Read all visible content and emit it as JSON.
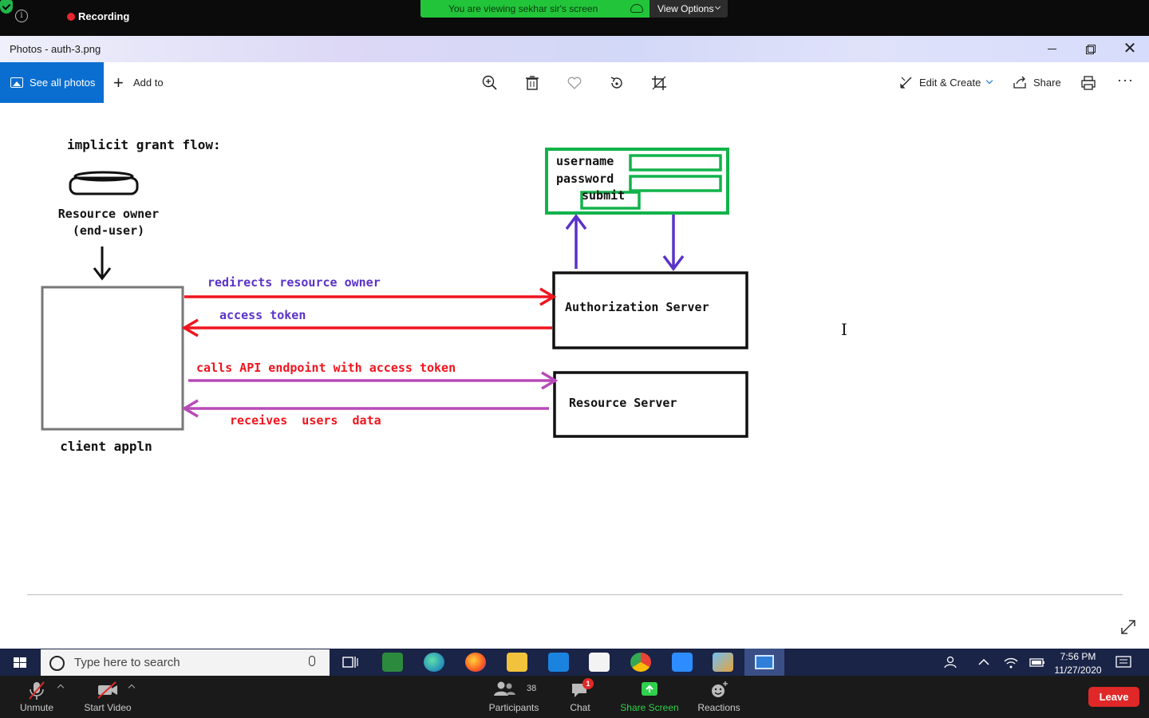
{
  "zoom_top": {
    "recording_label": "Recording",
    "viewing_banner": "You are viewing sekhar sir's screen",
    "view_options_label": "View Options"
  },
  "photos_window": {
    "title": "Photos - auth-3.png",
    "toolbar": {
      "see_all_photos": "See all photos",
      "add_to": "Add to",
      "edit_create": "Edit & Create",
      "share": "Share",
      "more": "···"
    },
    "diagram": {
      "title": "implicit grant flow:",
      "resource_owner": [
        "Resource owner",
        "(end-user)"
      ],
      "client": "client appln",
      "login_form": {
        "username": "username",
        "password": "password",
        "submit": "submit"
      },
      "auth_server": "Authorization Server",
      "resource_server": "Resource Server",
      "arrow_labels": {
        "redirects": "redirects resource owner",
        "access_token": "access token",
        "calls_api": "calls API endpoint with access token",
        "receives": "receives  users  data"
      },
      "colors": {
        "red": "#f0141e",
        "magenta": "#b84ab8",
        "purple": "#5a32c8",
        "green": "#11b34a",
        "label_blue": "#5a32c8",
        "label_red": "#f0141e"
      }
    }
  },
  "taskbar": {
    "search_placeholder": "Type here to search",
    "time": "7:56 PM",
    "date": "11/27/2020"
  },
  "zoom_bottom": {
    "unmute": "Unmute",
    "start_video": "Start Video",
    "participants": "Participants",
    "participants_count": "38",
    "chat": "Chat",
    "chat_badge": "1",
    "share_screen": "Share Screen",
    "reactions": "Reactions",
    "leave": "Leave"
  }
}
